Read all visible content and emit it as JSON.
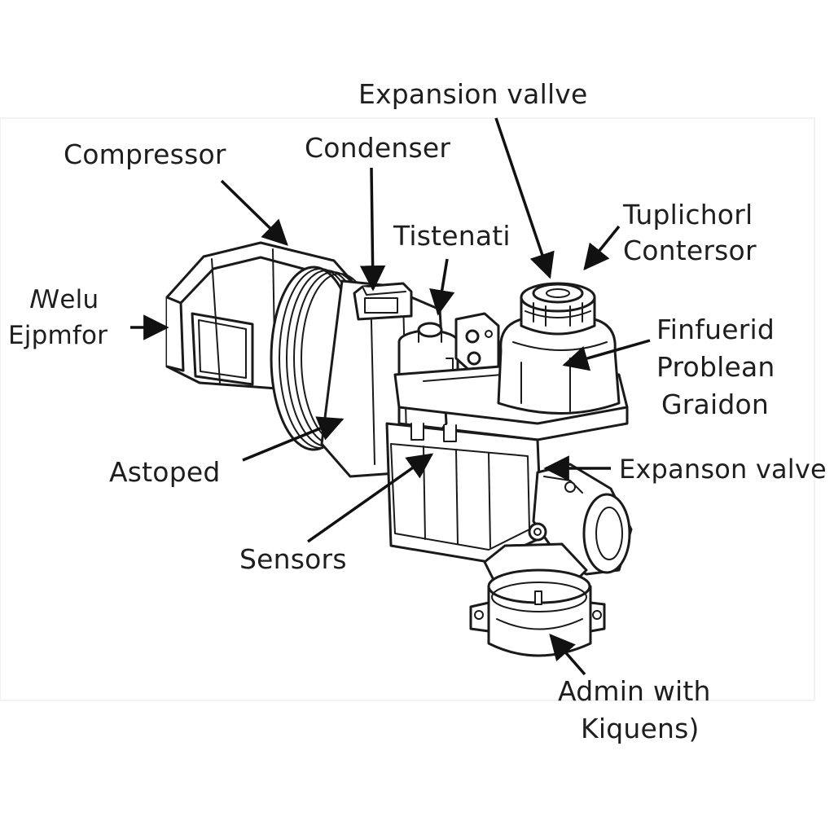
{
  "diagram": {
    "labels": {
      "compressor": "Compressor",
      "condenser": "Condenser",
      "expansion_valve_top": "Expansion vallve",
      "tistenati": "Tistenati",
      "tuplichorl_line1": "Tuplichorl",
      "tuplichorl_line2": "Contersor",
      "ejpmfor_line1": "ꟿelu",
      "ejpmfor_line2": "Ejpmfor",
      "finfuerid_line1": "Finfuerid",
      "finfuerid_line2": "Problean",
      "finfuerid_line3": "Graidon",
      "astoped": "Astoped",
      "expansion_valve_right": "Expanson valve",
      "sensors": "Sensors",
      "admin_line1": "Admin with",
      "admin_line2": "Kiquens)"
    }
  }
}
